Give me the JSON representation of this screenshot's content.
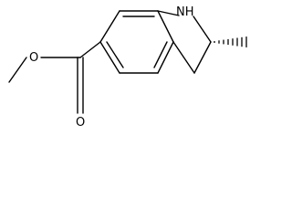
{
  "structure": {
    "atom_labels": {
      "nh": "NH",
      "ester_o": "O",
      "carbonyl_o": "O"
    },
    "stereo_bond": "hashed wedge",
    "colors": {
      "ink": "#000000",
      "background": "#ffffff"
    }
  }
}
